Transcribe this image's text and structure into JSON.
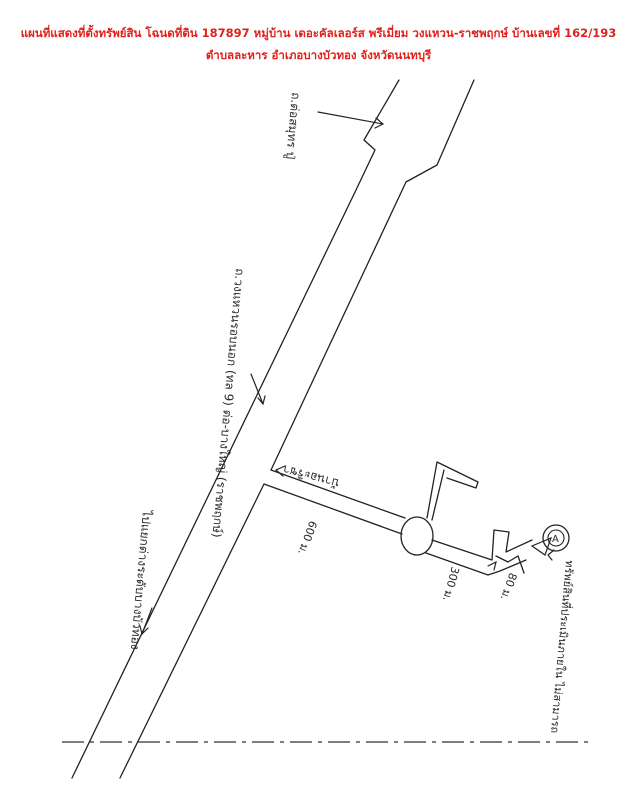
{
  "header": {
    "line1": "แผนที่แสดงที่ตั้งทรัพย์สิน โฉนดที่ดิน 187897 หมู่บ้าน เดอะคัลเลอร์ส พรีเมี่ยม วงแหวน-ราชพฤกษ์ บ้านเลขที่ 162/193",
    "line2": "ตำบลละหาร อำเภอบางบัวทอง จังหวัดนนทบุรี"
  },
  "map": {
    "labels": {
      "road_top": "ถ.ต่อสมุทร ปู่",
      "road_mid": "ถ.วงแหวนรอบนอก (ทล 9) ต่อ-บางใหญ่ (ราชพฤกษ์)",
      "road_bottom": "ไปแยกต่างระดับบางบัวทอง",
      "side_road": "บ้านอะริชา",
      "dist_600": "600 ม.",
      "dist_300": "300 ม.",
      "dist_80": "80 ม.",
      "property_note": "ทรัพย์สินที่ประเมินภายใน ไม่สามารถ"
    },
    "marker_letter": "A"
  }
}
